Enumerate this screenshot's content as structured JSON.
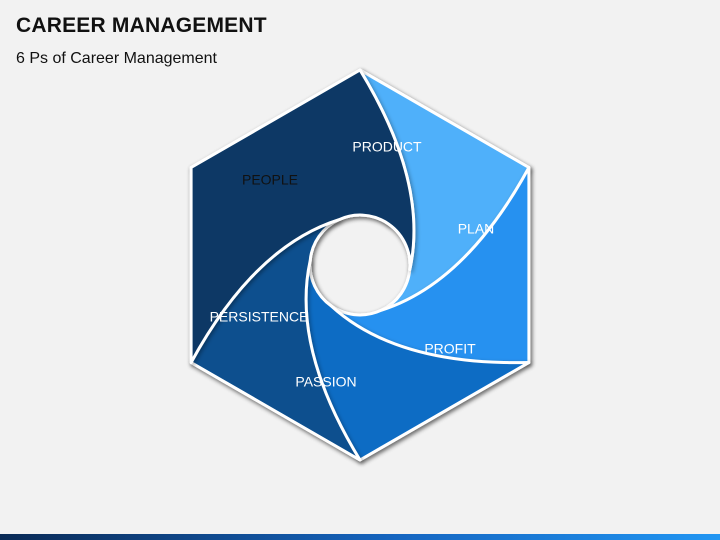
{
  "header": {
    "title": "CAREER MANAGEMENT",
    "subtitle": "6 Ps of Career Management"
  },
  "diagram": {
    "segments": [
      {
        "label": "PEOPLE",
        "color": "#8cc6fb",
        "text_color": "#111111"
      },
      {
        "label": "PRODUCT",
        "color": "#4fb0fa",
        "text_color": "#ffffff"
      },
      {
        "label": "PLAN",
        "color": "#2591f0",
        "text_color": "#ffffff"
      },
      {
        "label": "PROFIT",
        "color": "#0d6cc4",
        "text_color": "#ffffff"
      },
      {
        "label": "PASSION",
        "color": "#0a4f8e",
        "text_color": "#ffffff"
      },
      {
        "label": "PERSISTENCE",
        "color": "#073765",
        "text_color": "#ffffff"
      }
    ]
  }
}
